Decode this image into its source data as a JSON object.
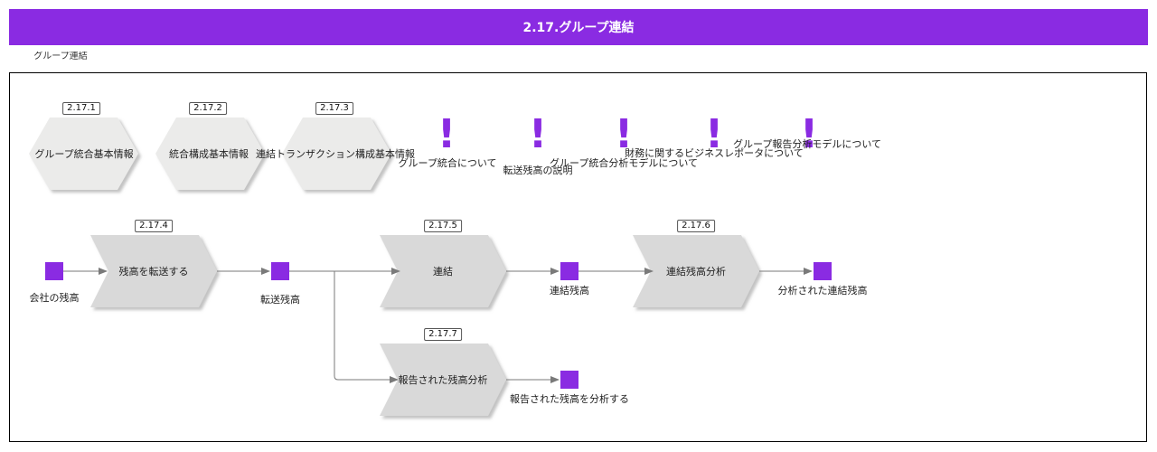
{
  "header": {
    "title": "2.17.グループ連結"
  },
  "pool": {
    "label": "グループ連結"
  },
  "hexagons": [
    {
      "id": "2.17.1",
      "label": "グループ統合基本情報"
    },
    {
      "id": "2.17.2",
      "label": "統合構成基本情報"
    },
    {
      "id": "2.17.3",
      "label": "連結トランザクション構成基本情報"
    }
  ],
  "notes": [
    "グループ統合について",
    "転送残高の説明",
    "グループ統合分析モデルについて",
    "財務に関するビジネスレポータについて",
    "グループ報告分析モデルについて"
  ],
  "processes": [
    {
      "id": "2.17.4",
      "label": "残高を転送する"
    },
    {
      "id": "2.17.5",
      "label": "連結"
    },
    {
      "id": "2.17.6",
      "label": "連結残高分析"
    },
    {
      "id": "2.17.7",
      "label": "報告された残高分析"
    }
  ],
  "events": [
    "会社の残高",
    "転送残高",
    "連結残高",
    "分析された連結残高",
    "報告された残高を分析する"
  ],
  "colors": {
    "accent": "#8a2be2",
    "shape_fill": "#d9d9d9",
    "hex_fill": "#ebebea",
    "connector": "#7a7a7a"
  }
}
